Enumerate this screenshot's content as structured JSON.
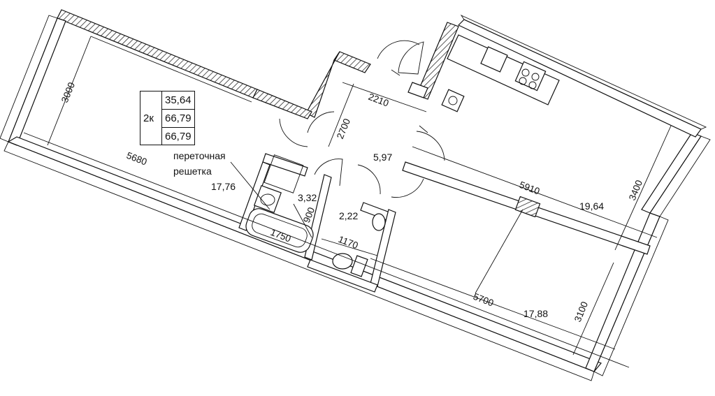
{
  "summary": {
    "rooms_label": "2к",
    "area_living": "35,64",
    "area_total": "66,79",
    "area_total2": "66,79"
  },
  "rooms": {
    "living_1": "17,76",
    "kitchen": "19,64",
    "living_2": "17,88",
    "hall": "5,97",
    "bathroom": "3,32",
    "toilet": "2,22"
  },
  "dimensions": {
    "d3000": "3000",
    "d5680": "5680",
    "d2210": "2210",
    "d2700": "2700",
    "d5910": "5910",
    "d3400": "3400",
    "d900": "900",
    "d1750": "1750",
    "d1170": "1170",
    "d5700": "5700",
    "d3100": "3100"
  },
  "annotation": {
    "grille_line1": "переточная",
    "grille_line2": "решетка"
  }
}
